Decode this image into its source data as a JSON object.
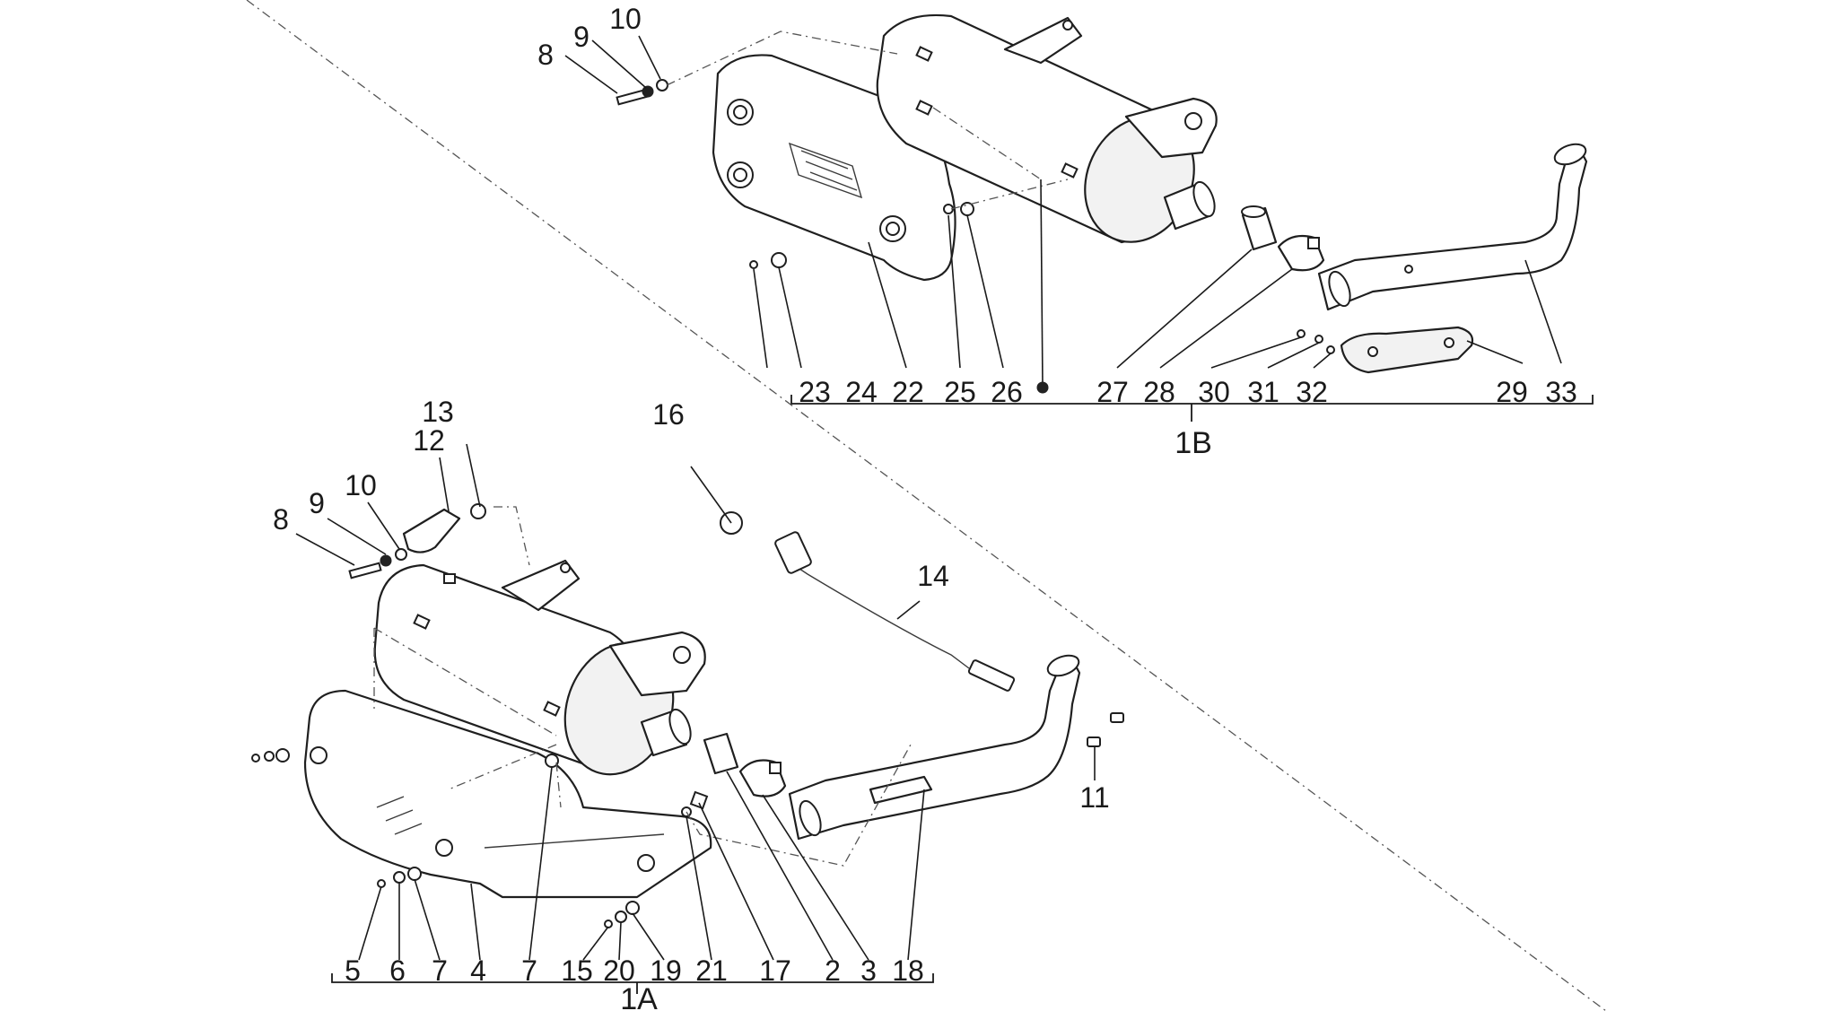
{
  "diagram": {
    "group_labels": {
      "g1a": "1A",
      "g1b": "1B"
    },
    "callouts_top": [
      "23",
      "24",
      "22",
      "25",
      "26",
      "27",
      "28",
      "30",
      "31",
      "32",
      "29",
      "33"
    ],
    "callouts_top_upper": [
      "8",
      "9",
      "10"
    ],
    "callouts_bottom": [
      "5",
      "6",
      "7",
      "4",
      "7",
      "15",
      "20",
      "19",
      "21",
      "17",
      "2",
      "3",
      "18"
    ],
    "callouts_bottom_upper": [
      "8",
      "9",
      "10",
      "12",
      "13",
      "16",
      "14",
      "11"
    ]
  }
}
